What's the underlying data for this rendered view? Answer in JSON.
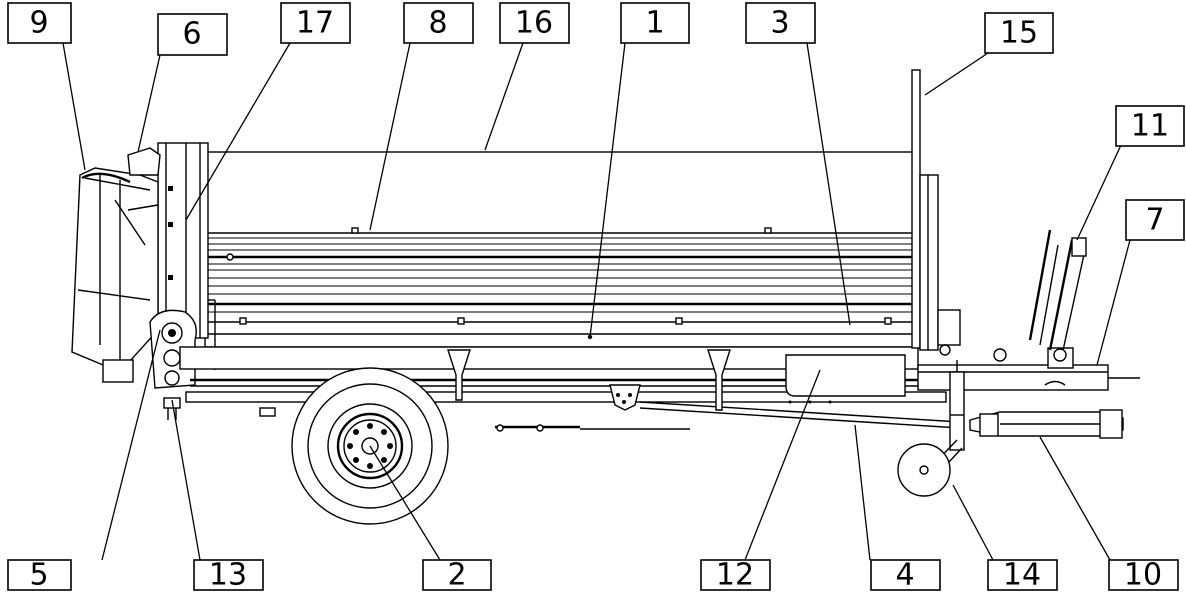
{
  "diagram": {
    "callouts": [
      {
        "id": "9",
        "label": "9"
      },
      {
        "id": "6",
        "label": "6"
      },
      {
        "id": "17",
        "label": "17"
      },
      {
        "id": "8",
        "label": "8"
      },
      {
        "id": "16",
        "label": "16"
      },
      {
        "id": "1",
        "label": "1"
      },
      {
        "id": "3",
        "label": "3"
      },
      {
        "id": "15",
        "label": "15"
      },
      {
        "id": "11",
        "label": "11"
      },
      {
        "id": "7",
        "label": "7"
      },
      {
        "id": "5",
        "label": "5"
      },
      {
        "id": "13",
        "label": "13"
      },
      {
        "id": "2",
        "label": "2"
      },
      {
        "id": "12",
        "label": "12"
      },
      {
        "id": "4",
        "label": "4"
      },
      {
        "id": "14",
        "label": "14"
      },
      {
        "id": "10",
        "label": "10"
      }
    ]
  }
}
